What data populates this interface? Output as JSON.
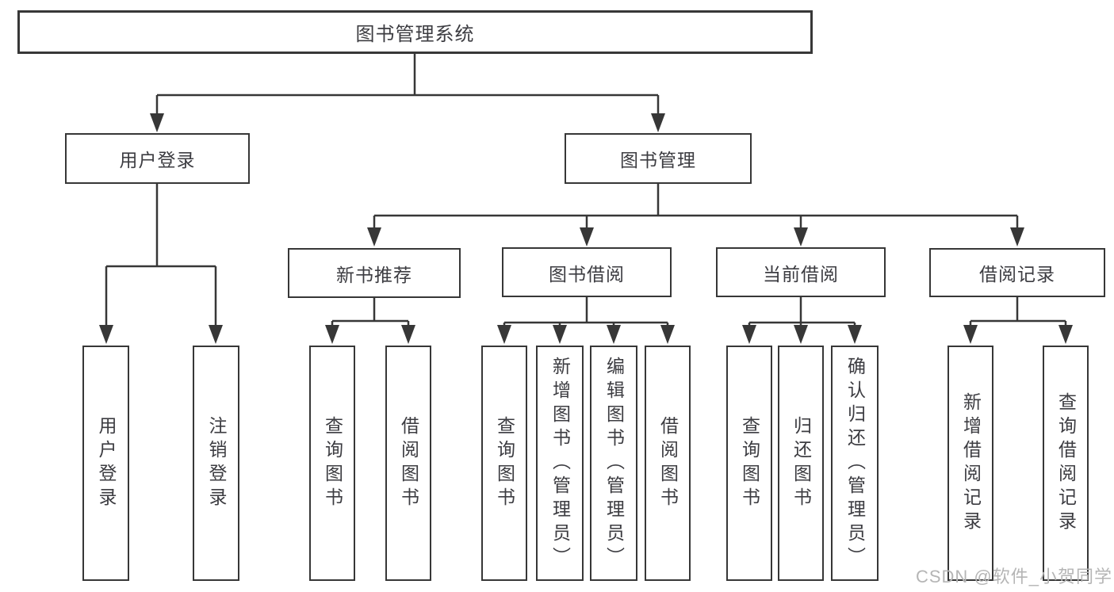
{
  "colors": {
    "line": "#373737",
    "box_border": "#373737",
    "text": "#3c3c41",
    "watermark": "#b5b5b5",
    "background": "#ffffff"
  },
  "watermark": "CSDN @软件_小贺同学",
  "tree": {
    "root": "图书管理系统",
    "level2": [
      {
        "label": "用户登录"
      },
      {
        "label": "图书管理"
      }
    ],
    "level3": [
      {
        "label": "新书推荐"
      },
      {
        "label": "图书借阅"
      },
      {
        "label": "当前借阅"
      },
      {
        "label": "借阅记录"
      }
    ],
    "leaves": {
      "user_login": [
        "用户登录",
        "注销登录"
      ],
      "new_book": [
        "查询图书",
        "借阅图书"
      ],
      "book_borrow": [
        "查询图书",
        "新增图书（管理员）",
        "编辑图书（管理员）",
        "借阅图书"
      ],
      "current_borrow": [
        "查询图书",
        "归还图书",
        "确认归还（管理员）"
      ],
      "borrow_record": [
        "新增借阅记录",
        "查询借阅记录"
      ]
    }
  }
}
